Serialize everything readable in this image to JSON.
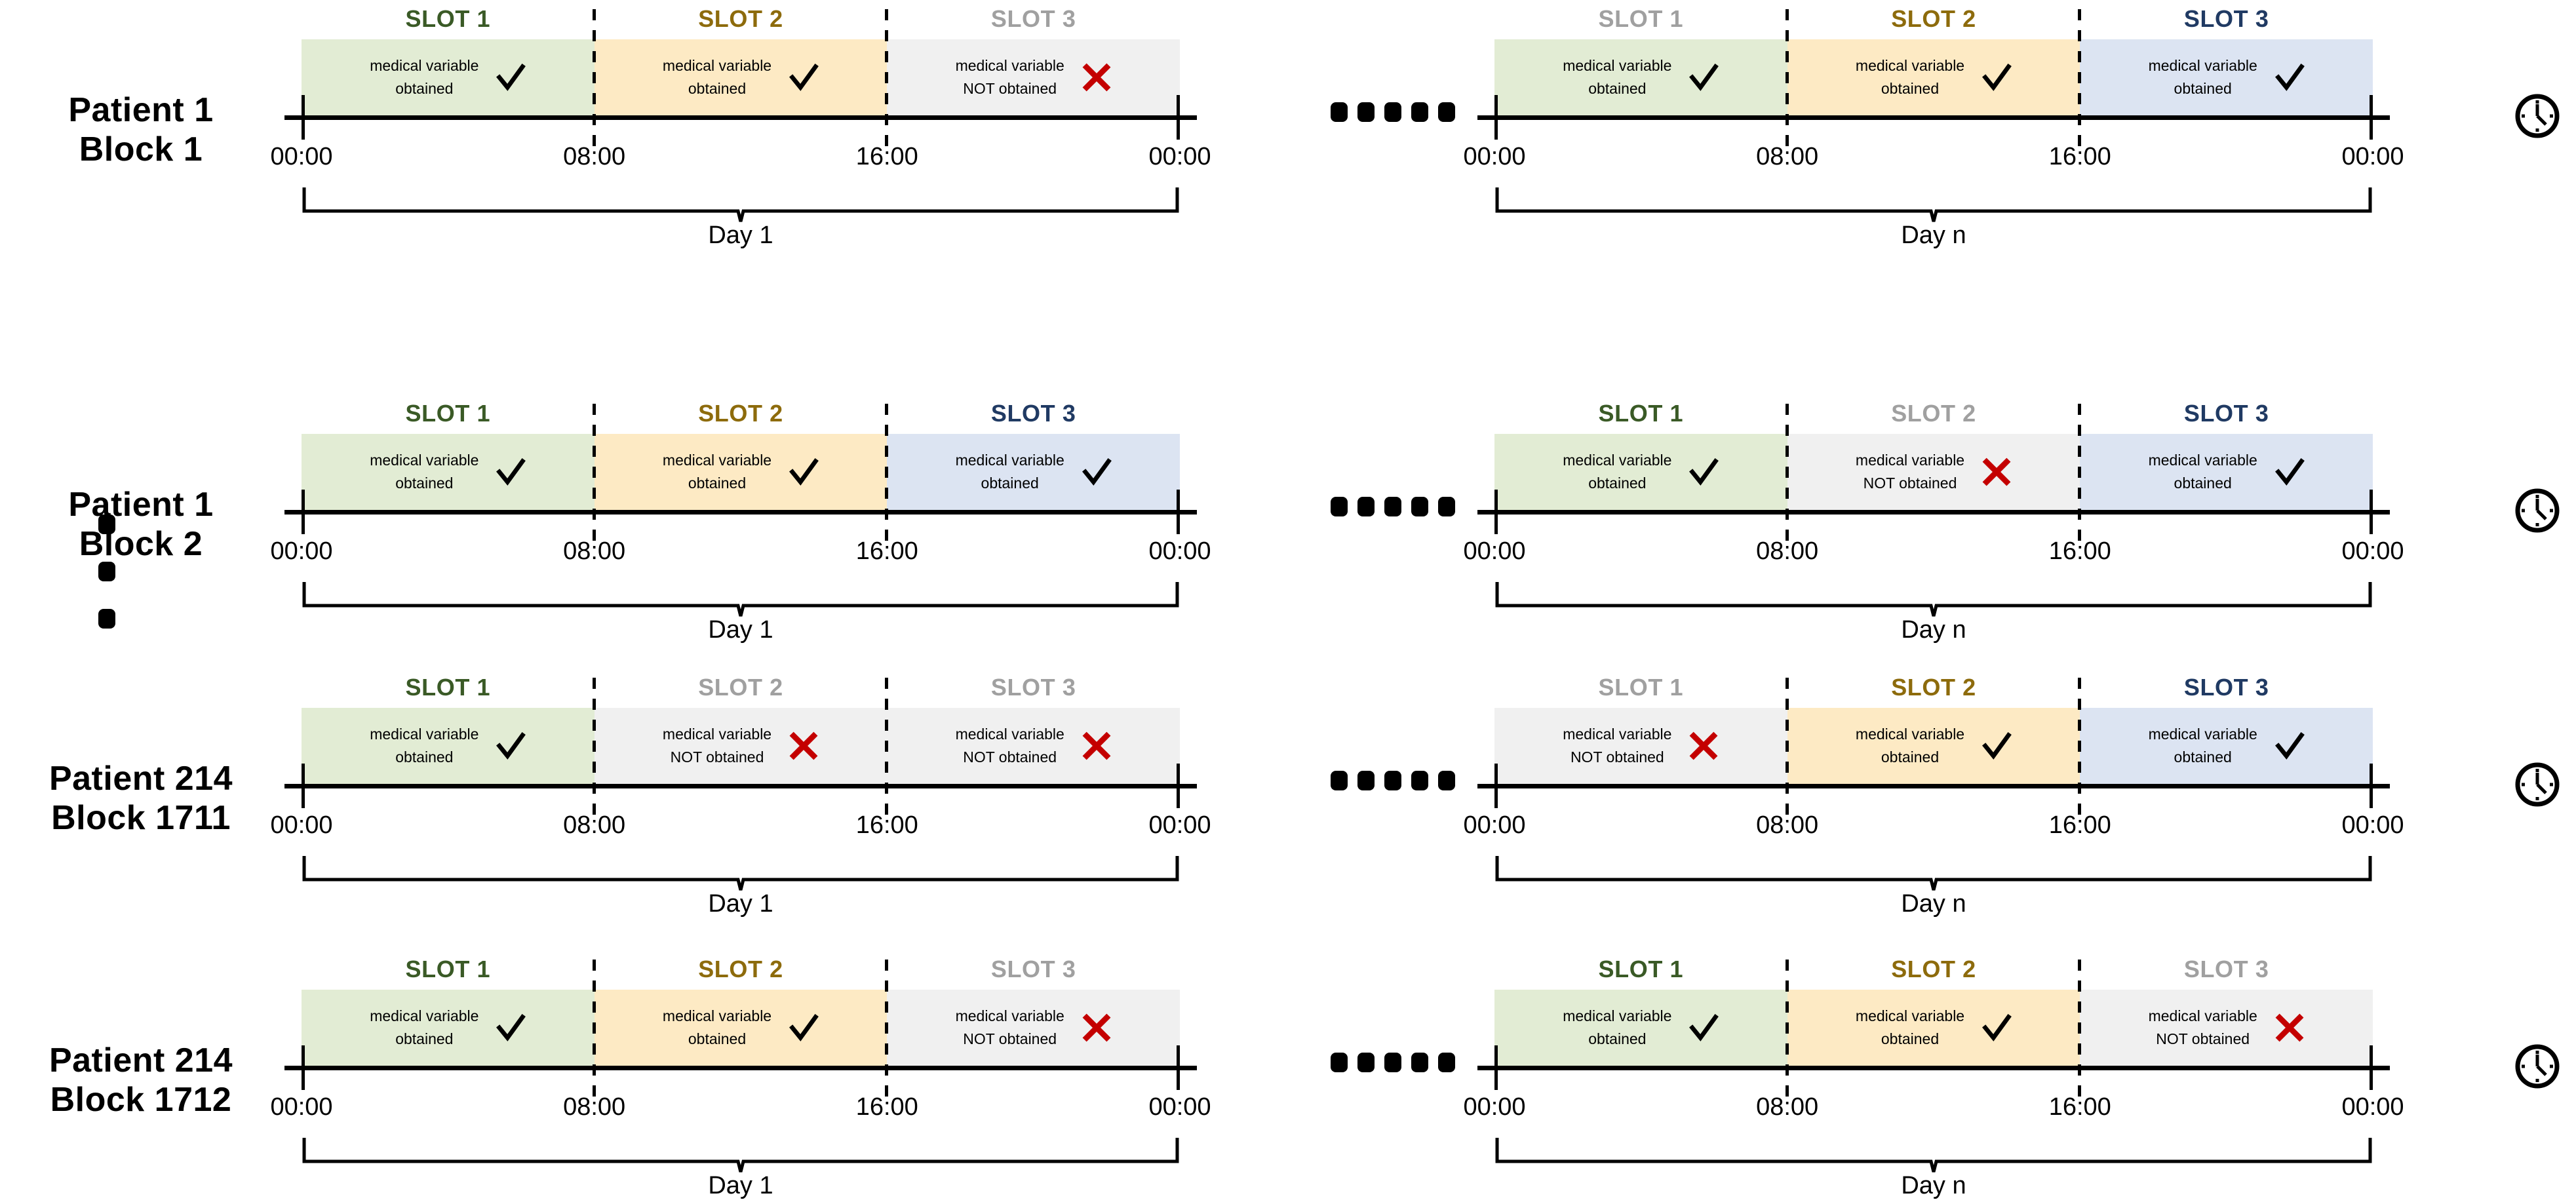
{
  "meta": {
    "figure_type": "timeline-diagram",
    "obtained_text_line1": "medical variable",
    "obtained_text_line2": "obtained",
    "not_obtained_text_line1": "medical variable",
    "not_obtained_text_line2": "NOT obtained",
    "check_icon": "check-mark-icon",
    "cross_icon": "red-cross-icon",
    "clock_icon": "clock-icon",
    "horizontal_ellipsis_icon": "horizontal-ellipsis-icon",
    "vertical_ellipsis_icon": "vertical-ellipsis-icon"
  },
  "colors": {
    "green_text": "#3a5a26",
    "amber_text": "#8d6b0c",
    "blue_text": "#203a63",
    "gray_text": "#a0a0a0",
    "green_fill": "#e2ecd4",
    "amber_fill": "#fdeac4",
    "blue_fill": "#dce4f2",
    "gray_fill": "#f0f0f0",
    "cross_red": "#c40000",
    "axis_black": "#000000"
  },
  "time_ticks": [
    "00:00",
    "08:00",
    "16:00",
    "00:00"
  ],
  "day_first_label": "Day 1",
  "day_last_label": "Day n",
  "slot_names": [
    "SLOT 1",
    "SLOT 2",
    "SLOT 3"
  ],
  "rows": [
    {
      "label_line1": "Patient 1",
      "label_line2": "Block 1",
      "first_day": {
        "day_label": "Day 1",
        "times": [
          "00:00",
          "08:00",
          "16:00",
          "00:00"
        ],
        "slots": [
          {
            "name": "SLOT 1",
            "obtained": true,
            "palette": "green"
          },
          {
            "name": "SLOT 2",
            "obtained": true,
            "palette": "amber"
          },
          {
            "name": "SLOT 3",
            "obtained": false,
            "palette": "gray"
          }
        ]
      },
      "last_day": {
        "day_label": "Day n",
        "times": [
          "00:00",
          "08:00",
          "16:00",
          "00:00"
        ],
        "slots": [
          {
            "name": "SLOT 1",
            "obtained": true,
            "palette": "green",
            "header_gray": true
          },
          {
            "name": "SLOT 2",
            "obtained": true,
            "palette": "amber"
          },
          {
            "name": "SLOT 3",
            "obtained": true,
            "palette": "blue"
          }
        ]
      }
    },
    {
      "label_line1": "Patient 1",
      "label_line2": "Block 2",
      "first_day": {
        "day_label": "Day 1",
        "times": [
          "00:00",
          "08:00",
          "16:00",
          "00:00"
        ],
        "slots": [
          {
            "name": "SLOT 1",
            "obtained": true,
            "palette": "green"
          },
          {
            "name": "SLOT 2",
            "obtained": true,
            "palette": "amber"
          },
          {
            "name": "SLOT 3",
            "obtained": true,
            "palette": "blue"
          }
        ]
      },
      "last_day": {
        "day_label": "Day n",
        "times": [
          "00:00",
          "08:00",
          "16:00",
          "00:00"
        ],
        "slots": [
          {
            "name": "SLOT 1",
            "obtained": true,
            "palette": "green"
          },
          {
            "name": "SLOT 2",
            "obtained": false,
            "palette": "gray"
          },
          {
            "name": "SLOT 3",
            "obtained": true,
            "palette": "blue"
          }
        ]
      }
    },
    {
      "label_line1": "Patient 214",
      "label_line2": "Block 1711",
      "first_day": {
        "day_label": "Day 1",
        "times": [
          "00:00",
          "08:00",
          "16:00",
          "00:00"
        ],
        "slots": [
          {
            "name": "SLOT 1",
            "obtained": true,
            "palette": "green"
          },
          {
            "name": "SLOT 2",
            "obtained": false,
            "palette": "gray"
          },
          {
            "name": "SLOT 3",
            "obtained": false,
            "palette": "gray"
          }
        ]
      },
      "last_day": {
        "day_label": "Day n",
        "times": [
          "00:00",
          "08:00",
          "16:00",
          "00:00"
        ],
        "slots": [
          {
            "name": "SLOT 1",
            "obtained": false,
            "palette": "gray"
          },
          {
            "name": "SLOT 2",
            "obtained": true,
            "palette": "amber"
          },
          {
            "name": "SLOT 3",
            "obtained": true,
            "palette": "blue"
          }
        ]
      }
    },
    {
      "label_line1": "Patient 214",
      "label_line2": "Block 1712",
      "first_day": {
        "day_label": "Day 1",
        "times": [
          "00:00",
          "08:00",
          "16:00",
          "00:00"
        ],
        "slots": [
          {
            "name": "SLOT 1",
            "obtained": true,
            "palette": "green"
          },
          {
            "name": "SLOT 2",
            "obtained": true,
            "palette": "amber"
          },
          {
            "name": "SLOT 3",
            "obtained": false,
            "palette": "gray"
          }
        ]
      },
      "last_day": {
        "day_label": "Day n",
        "times": [
          "00:00",
          "08:00",
          "16:00",
          "00:00"
        ],
        "slots": [
          {
            "name": "SLOT 1",
            "obtained": true,
            "palette": "green"
          },
          {
            "name": "SLOT 2",
            "obtained": true,
            "palette": "amber"
          },
          {
            "name": "SLOT 3",
            "obtained": false,
            "palette": "gray"
          }
        ]
      }
    }
  ]
}
